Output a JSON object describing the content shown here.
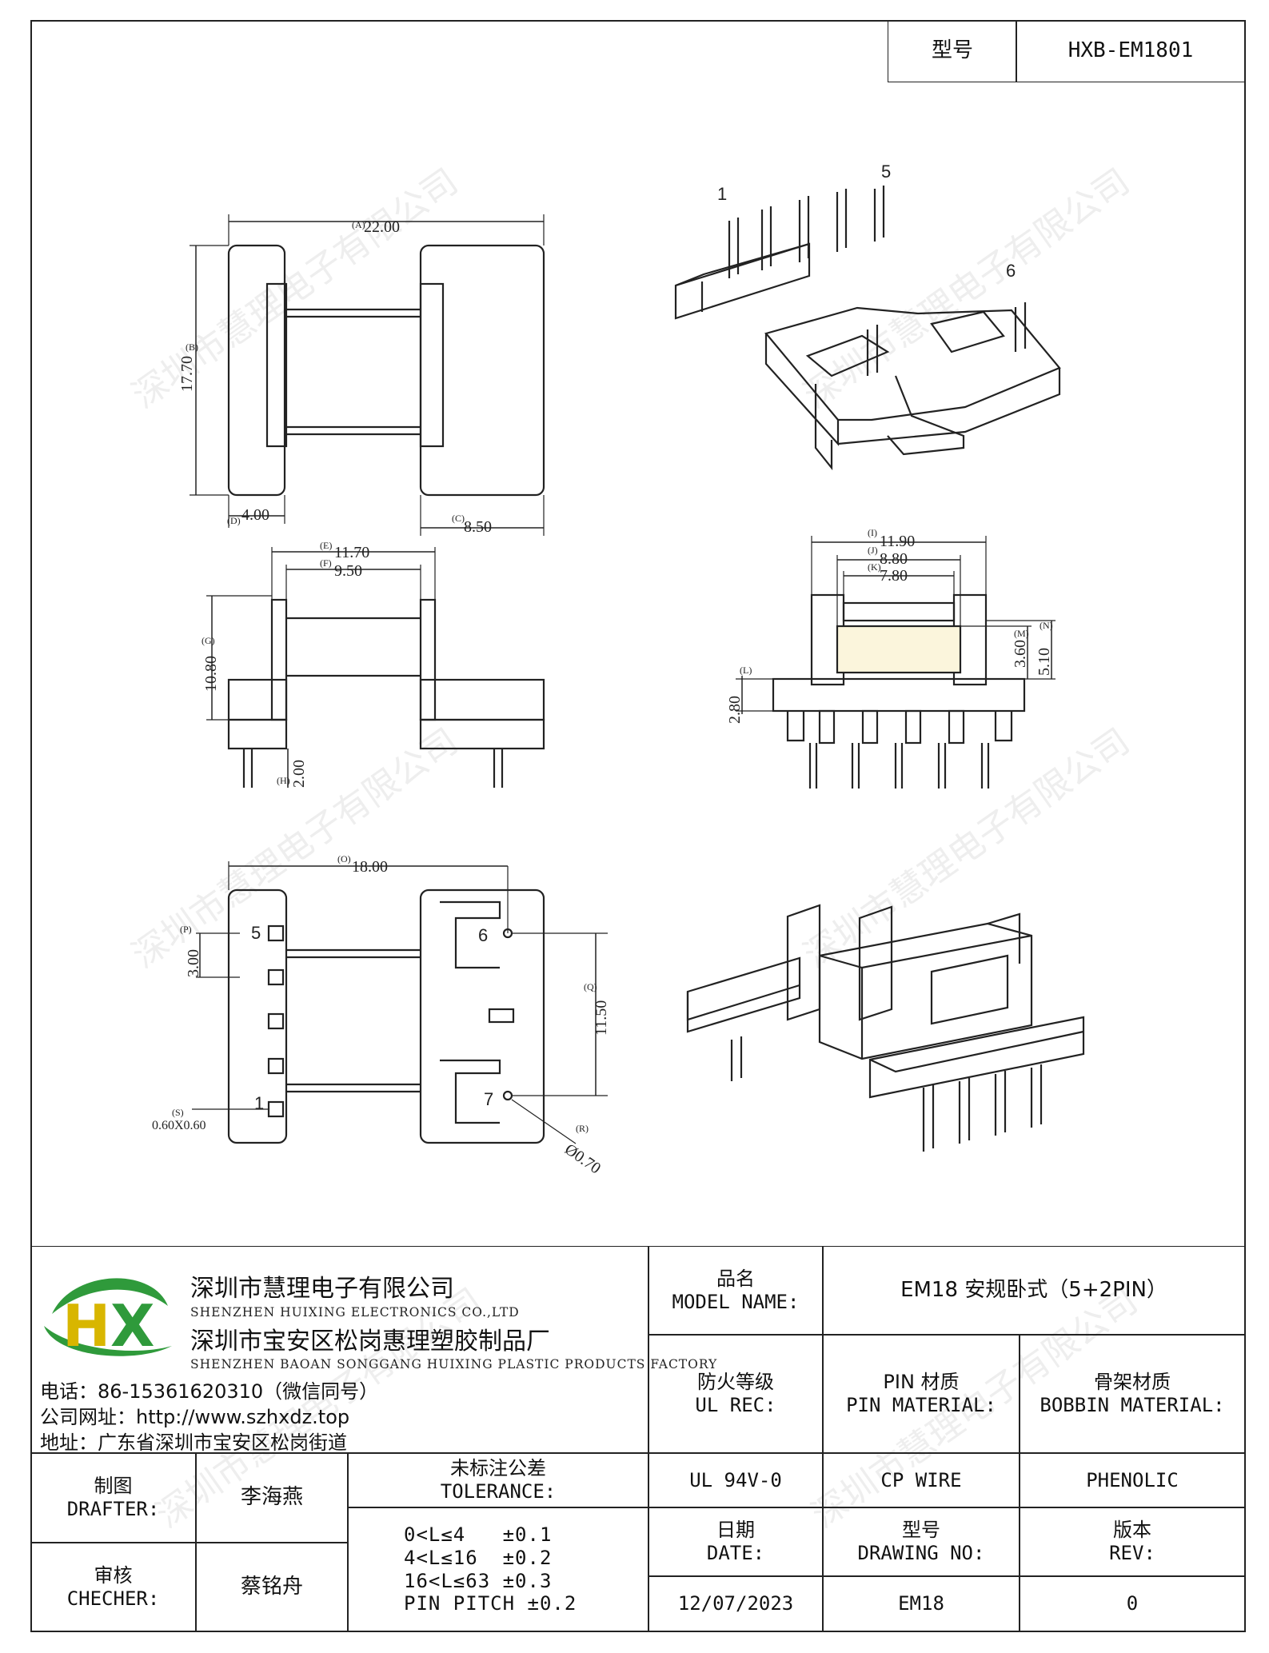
{
  "title_block": {
    "model_label": "型号",
    "model_value": "HXB-EM1801"
  },
  "company": {
    "name_cn_1": "深圳市慧理电子有限公司",
    "name_en_1": "SHENZHEN HUIXING ELECTRONICS CO.,LTD",
    "name_cn_2": "深圳市宝安区松岗惠理塑胶制品厂",
    "name_en_2": "SHENZHEN BAOAN SONGGANG HUIXING PLASTIC PRODUCTS FACTORY",
    "phone": "电话：86-15361620310（微信同号）",
    "website": "公司网址：http://www.szhxdz.top",
    "address": "地址：广东省深圳市宝安区松岗街道",
    "logo_text": "HX",
    "watermark": "深圳市慧理电子有限公司"
  },
  "table": {
    "product_label_cn": "品名",
    "product_label_en": "MODEL NAME:",
    "product_value": "EM18 安规卧式（5+2PIN）",
    "fire_label_cn": "防火等级",
    "fire_label_en": "UL REC:",
    "pin_label_cn": "PIN 材质",
    "pin_label_en": "PIN MATERIAL:",
    "bobbin_label_cn": "骨架材质",
    "bobbin_label_en": "BOBBIN MATERIAL:",
    "fire_value": "UL 94V-0",
    "pin_value": "CP WIRE",
    "bobbin_value": "PHENOLIC",
    "drafter_label_cn": "制图",
    "drafter_label_en": "DRAFTER:",
    "drafter_value": "李海燕",
    "checker_label_cn": "审核",
    "checker_label_en": "CHECHER:",
    "checker_value": "蔡铭舟",
    "tolerance_label_cn": "未标注公差",
    "tolerance_label_en": "TOLERANCE:",
    "tolerance_lines": [
      "0<L≤4   ±0.1",
      "4<L≤16  ±0.2",
      "16<L≤63 ±0.3",
      "PIN PITCH ±0.2"
    ],
    "date_label_cn": "日期",
    "date_label_en": "DATE:",
    "date_value": "12/07/2023",
    "drawing_label_cn": "型号",
    "drawing_label_en": "DRAWING NO:",
    "drawing_value": "EM18",
    "rev_label_cn": "版本",
    "rev_label_en": "REV:",
    "rev_value": "0"
  },
  "dimensions": {
    "A": "22.00",
    "B": "17.70",
    "C": "8.50",
    "D": "4.00",
    "E": "11.70",
    "F": "9.50",
    "G": "10.80",
    "H": "2.00",
    "I": "11.90",
    "J": "8.80",
    "K": "7.80",
    "L": "2.80",
    "M": "3.60",
    "N": "5.10",
    "O": "18.00",
    "P": "3.00",
    "Q": "11.50",
    "R": "Ø0.70",
    "S": "0.60X0.60"
  },
  "dimension_letters": {
    "A": "(A)",
    "B": "(B)",
    "C": "(C)",
    "D": "(D)",
    "E": "(E)",
    "F": "(F)",
    "G": "(G)",
    "H": "(H)",
    "I": "(I)",
    "J": "(J)",
    "K": "(K)",
    "L": "(L)",
    "M": "(M)",
    "N": "(N)",
    "O": "(O)",
    "P": "(P)",
    "Q": "(Q)",
    "R": "(R)",
    "S": "(S)"
  },
  "pin_labels": {
    "p1": "1",
    "p5": "5",
    "p6": "6",
    "p7": "7"
  }
}
